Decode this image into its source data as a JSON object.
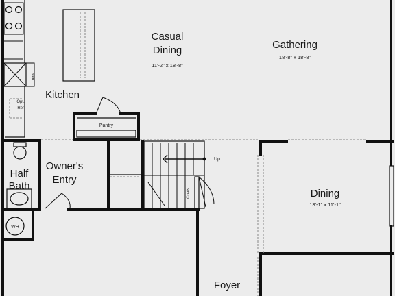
{
  "rooms": {
    "casual_dining": {
      "line1": "Casual",
      "line2": "Dining",
      "dims": "11'-2\" x 18'-8\""
    },
    "gathering": {
      "name": "Gathering",
      "dims": "18'-8\" x 18'-8\""
    },
    "kitchen": {
      "name": "Kitchen"
    },
    "owners_entry": {
      "line1": "Owner's",
      "line2": "Entry"
    },
    "half_bath": {
      "line1": "Half",
      "line2": "Bath"
    },
    "dining": {
      "name": "Dining",
      "dims": "13'-1\" x 11'-1\""
    },
    "foyer": {
      "name": "Foyer"
    }
  },
  "labels": {
    "oven": "Oven",
    "opt": "Opt.",
    "ref": "Ref",
    "pantry": "Pantry",
    "up": "Up",
    "coats": "Coats",
    "wh": "WH"
  },
  "colors": {
    "background": "#ececec",
    "wall": "#111111",
    "dashed_line": "#9a9a9a"
  }
}
